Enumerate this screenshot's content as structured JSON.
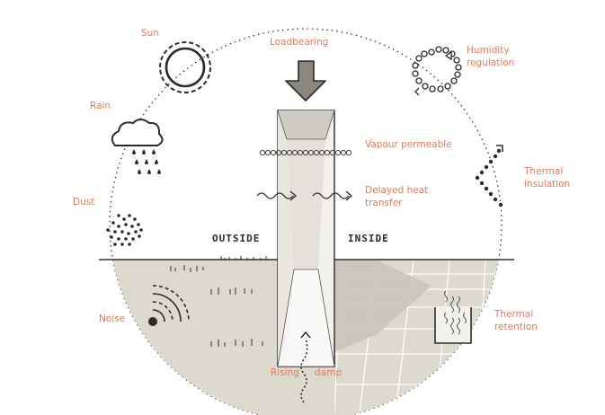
{
  "diagram": {
    "accent_color": "#e07a55",
    "ground_color": "#dcd9cf",
    "labels": {
      "sun": "Sun",
      "rain": "Rain",
      "dust": "Dust",
      "noise": "Noise",
      "loadbearing": "Loadbearing",
      "humidity_line1": "Humidity",
      "humidity_line2": "regulation",
      "vapour": "Vapour permeable",
      "delayed_line1": "Delayed heat",
      "delayed_line2": "transfer",
      "thermal_ins_line1": "Thermal",
      "thermal_ins_line2": "insulation",
      "thermal_ret_line1": "Thermal",
      "thermal_ret_line2": "retention",
      "rising": "Rising",
      "damp": "damp",
      "outside": "OUTSIDE",
      "inside": "INSIDE"
    },
    "icons": [
      "sun-icon",
      "rain-cloud-icon",
      "dust-icon",
      "noise-icon",
      "loadbearing-arrow-icon",
      "humidity-cycle-icon",
      "thermal-insulation-icon",
      "thermal-retention-icon",
      "rising-damp-icon"
    ]
  }
}
